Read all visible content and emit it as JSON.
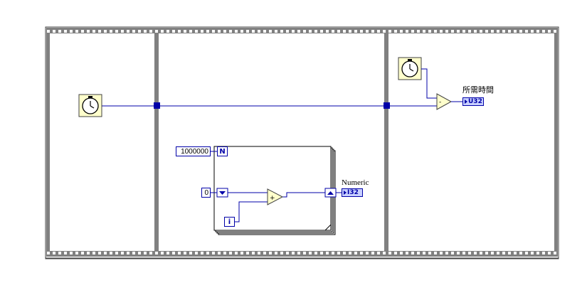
{
  "diagram": {
    "frame_count": 3,
    "wire_color": "#0000a8",
    "frame_color": "#808080",
    "node_fill": "#ffffcc"
  },
  "frame3": {
    "indicator_label": "所需時間",
    "indicator_type": "U32",
    "subtract_symbol": "-",
    "timer_icon": "clock-icon"
  },
  "frame1": {
    "timer_icon": "clock-icon"
  },
  "for_loop": {
    "count_constant": "1000000",
    "count_terminal": "N",
    "iteration_terminal": "i",
    "init_constant": "0",
    "add_symbol": "+",
    "indicator_label": "Numeric",
    "indicator_type": "I32"
  }
}
